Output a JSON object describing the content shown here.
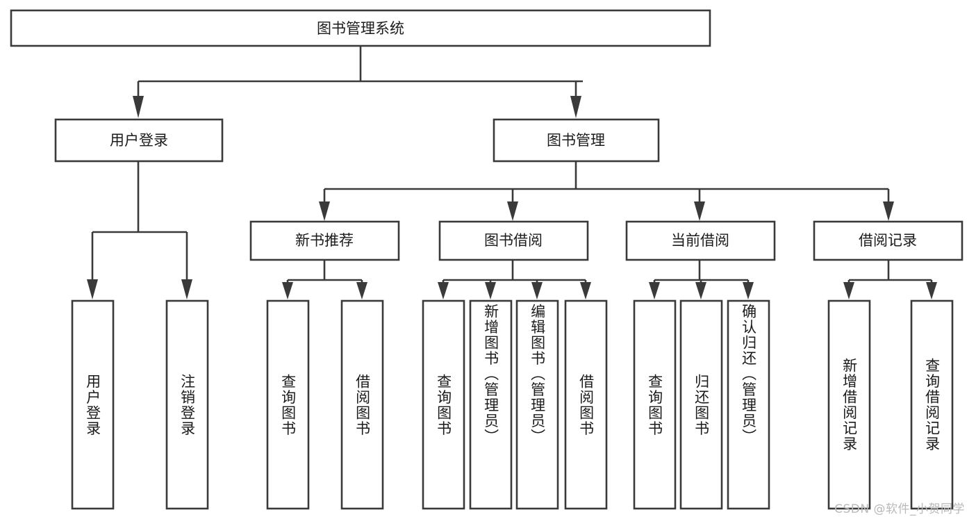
{
  "diagram": {
    "title": "图书管理系统",
    "type": "tree",
    "orientation": "top-down",
    "box_fill": "#ffffff",
    "box_stroke": "#3a3a3a",
    "text_color": "#1b1b1b",
    "background": "#ffffff"
  },
  "watermark": {
    "text": "CSDN @软件_小贺同学",
    "color": "#b9b9b9"
  },
  "levels": {
    "root": {
      "label": "图书管理系统"
    },
    "level2": [
      {
        "label": "用户登录"
      },
      {
        "label": "图书管理"
      }
    ],
    "level3": [
      {
        "label": "新书推荐"
      },
      {
        "label": "图书借阅"
      },
      {
        "label": "当前借阅"
      },
      {
        "label": "借阅记录"
      }
    ]
  },
  "leaves": {
    "user_login": [
      {
        "label": "用户登录"
      },
      {
        "label": "注销登录"
      }
    ],
    "new_book": [
      {
        "label": "查询图书"
      },
      {
        "label": "借阅图书"
      }
    ],
    "book_borrow": [
      {
        "label": "查询图书"
      },
      {
        "label": "新增图书（管理员）"
      },
      {
        "label": "编辑图书（管理员）"
      },
      {
        "label": "借阅图书"
      }
    ],
    "current_borrow": [
      {
        "label": "查询图书"
      },
      {
        "label": "归还图书"
      },
      {
        "label": "确认归还（管理员）"
      }
    ],
    "borrow_record": [
      {
        "label": "新增借阅记录"
      },
      {
        "label": "查询借阅记录"
      }
    ]
  },
  "chart_data": {
    "type": "table",
    "title": "图书管理系统 功能结构图",
    "nodes": [
      {
        "id": "root",
        "label": "图书管理系统",
        "level": 1,
        "parent": null
      },
      {
        "id": "user-login",
        "label": "用户登录",
        "level": 2,
        "parent": "root"
      },
      {
        "id": "book-manage",
        "label": "图书管理",
        "level": 2,
        "parent": "root"
      },
      {
        "id": "new-book",
        "label": "新书推荐",
        "level": 3,
        "parent": "book-manage"
      },
      {
        "id": "book-borrow",
        "label": "图书借阅",
        "level": 3,
        "parent": "book-manage"
      },
      {
        "id": "current-borrow",
        "label": "当前借阅",
        "level": 3,
        "parent": "book-manage"
      },
      {
        "id": "borrow-record",
        "label": "借阅记录",
        "level": 3,
        "parent": "book-manage"
      },
      {
        "id": "leaf-user-login",
        "label": "用户登录",
        "level": 4,
        "parent": "user-login"
      },
      {
        "id": "leaf-logout",
        "label": "注销登录",
        "level": 4,
        "parent": "user-login"
      },
      {
        "id": "leaf-nb-query",
        "label": "查询图书",
        "level": 4,
        "parent": "new-book"
      },
      {
        "id": "leaf-nb-borrow",
        "label": "借阅图书",
        "level": 4,
        "parent": "new-book"
      },
      {
        "id": "leaf-bb-query",
        "label": "查询图书",
        "level": 4,
        "parent": "book-borrow"
      },
      {
        "id": "leaf-bb-add",
        "label": "新增图书（管理员）",
        "level": 4,
        "parent": "book-borrow"
      },
      {
        "id": "leaf-bb-edit",
        "label": "编辑图书（管理员）",
        "level": 4,
        "parent": "book-borrow"
      },
      {
        "id": "leaf-bb-borrow",
        "label": "借阅图书",
        "level": 4,
        "parent": "book-borrow"
      },
      {
        "id": "leaf-cb-query",
        "label": "查询图书",
        "level": 4,
        "parent": "current-borrow"
      },
      {
        "id": "leaf-cb-return",
        "label": "归还图书",
        "level": 4,
        "parent": "current-borrow"
      },
      {
        "id": "leaf-cb-confirm",
        "label": "确认归还（管理员）",
        "level": 4,
        "parent": "current-borrow"
      },
      {
        "id": "leaf-br-add",
        "label": "新增借阅记录",
        "level": 4,
        "parent": "borrow-record"
      },
      {
        "id": "leaf-br-query",
        "label": "查询借阅记录",
        "level": 4,
        "parent": "borrow-record"
      }
    ]
  }
}
